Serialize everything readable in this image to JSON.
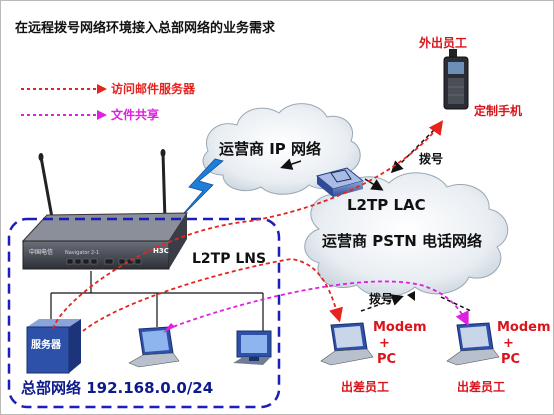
{
  "title": "在远程拨号网络环境接入总部网络的业务需求",
  "legend": {
    "mail": "访问邮件服务器",
    "file": "文件共享"
  },
  "clouds": {
    "ip": "运营商 IP 网络",
    "pstn": "运营商 PSTN 电话网络"
  },
  "devices": {
    "lac": "L2TP LAC",
    "lns": "L2TP LNS",
    "server": "服务器",
    "router_brand": "中国电信",
    "router_model": "Navigator 2-1",
    "router_vendor": "H3C"
  },
  "labels": {
    "mobile_worker": "外出员工",
    "custom_phone": "定制手机",
    "dial_top": "拨号",
    "dial_bottom": "拨号",
    "modem": "Modem",
    "plus": "+",
    "pc": "PC",
    "travel_worker": "出差员工",
    "hq_network": "总部网络 192.168.0.0/24"
  },
  "colors": {
    "mail_flow": "#e8231e",
    "file_flow": "#e020e0",
    "boundary": "#1b1fb8"
  }
}
